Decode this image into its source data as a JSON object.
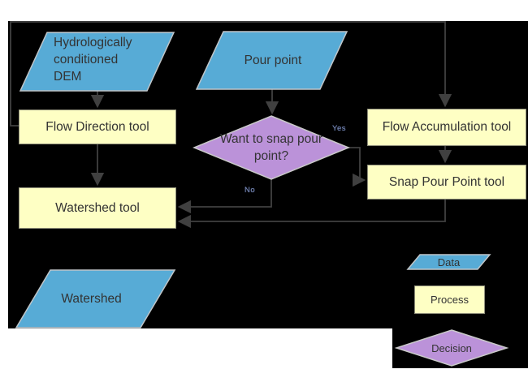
{
  "diagram": {
    "nodes": {
      "dem": {
        "label": "Hydrologically conditioned DEM",
        "type": "data"
      },
      "pour_point": {
        "label": "Pour point",
        "type": "data"
      },
      "flow_direction": {
        "label": "Flow Direction tool",
        "type": "process"
      },
      "flow_accumulation": {
        "label": "Flow Accumulation tool",
        "type": "process"
      },
      "snap_decision": {
        "label": "Want to snap pour point?",
        "type": "decision"
      },
      "snap_pour_point": {
        "label": "Snap Pour Point tool",
        "type": "process"
      },
      "watershed_tool": {
        "label": "Watershed tool",
        "type": "process"
      },
      "watershed_output": {
        "label": "Watershed",
        "type": "data"
      }
    },
    "branch_labels": {
      "yes": "Yes",
      "no": "No"
    },
    "edges": [
      {
        "from": "dem",
        "to": "flow_direction"
      },
      {
        "from": "pour_point",
        "to": "snap_decision"
      },
      {
        "from": "flow_direction",
        "to": "flow_accumulation"
      },
      {
        "from": "flow_direction",
        "to": "watershed_tool"
      },
      {
        "from": "snap_decision",
        "to": "snap_pour_point",
        "label": "Yes"
      },
      {
        "from": "snap_decision",
        "to": "watershed_tool",
        "label": "No"
      },
      {
        "from": "flow_accumulation",
        "to": "snap_pour_point"
      },
      {
        "from": "snap_pour_point",
        "to": "watershed_tool"
      },
      {
        "from": "watershed_tool",
        "to": "watershed_output"
      }
    ]
  },
  "legend": {
    "data_label": "Data",
    "process_label": "Process",
    "decision_label": "Decision"
  },
  "colors": {
    "page_background": "#ffffff",
    "canvas_background": "#000000",
    "data_fill": "#57abd6",
    "data_border": "#bfc5c9",
    "process_fill": "#feffc4",
    "process_border": "#8f8f7a",
    "decision_fill": "#bb92d9",
    "decision_border": "#c9c9c9",
    "connector": "#404040",
    "node_text": "#333333",
    "branch_label_text": "#7d8cb5"
  }
}
